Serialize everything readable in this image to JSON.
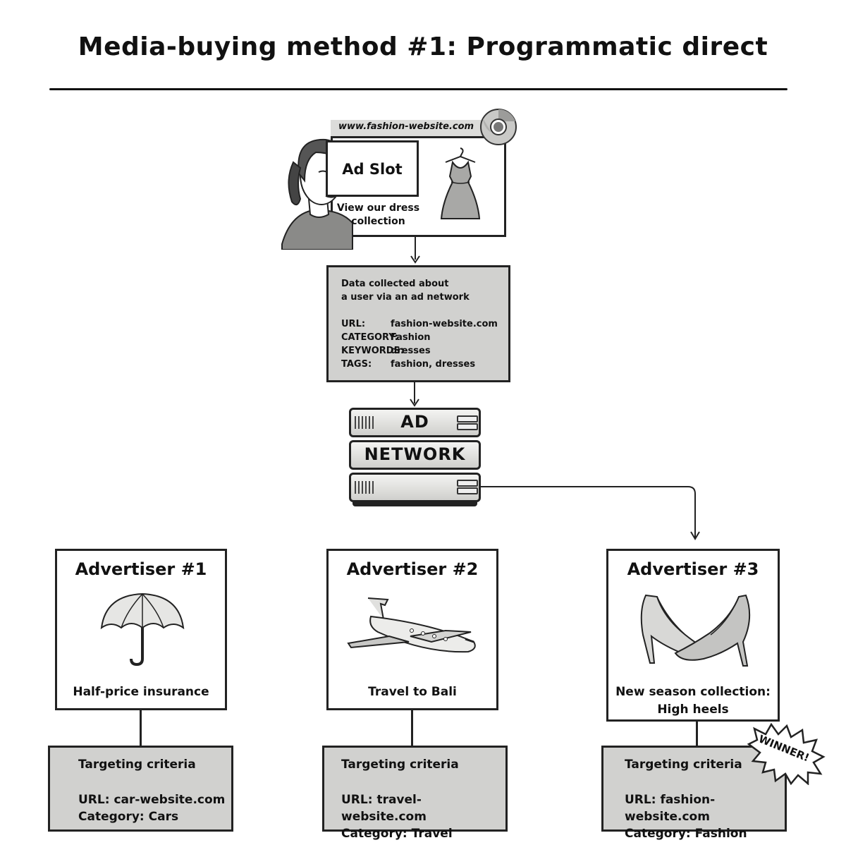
{
  "title": "Media-buying method #1: Programmatic direct",
  "browser": {
    "url": "www.fashion-website.com",
    "ad_slot": "Ad Slot",
    "caption_line1": "View our dress",
    "caption_line2": "collection"
  },
  "data_box": {
    "heading_line1": "Data collected about",
    "heading_line2": "a user via an ad network",
    "rows": [
      {
        "key": "URL:",
        "value": "fashion-website.com"
      },
      {
        "key": "CATEGORY:",
        "value": "Fashion"
      },
      {
        "key": "KEYWORDS:",
        "value": "dresses"
      },
      {
        "key": "TAGS:",
        "value": "fashion, dresses"
      }
    ]
  },
  "ad_network": {
    "line1": "AD",
    "line2": "NETWORK"
  },
  "advertisers": [
    {
      "title": "Advertiser #1",
      "caption": "Half-price insurance",
      "caption2": "",
      "icon": "umbrella-icon"
    },
    {
      "title": "Advertiser #2",
      "caption": "Travel to Bali",
      "caption2": "",
      "icon": "airplane-icon"
    },
    {
      "title": "Advertiser #3",
      "caption": "New season collection:",
      "caption2": "High heels",
      "icon": "high-heels-icon"
    }
  ],
  "criteria": [
    {
      "heading": "Targeting criteria",
      "url": "URL: car-website.com",
      "category": "Category: Cars"
    },
    {
      "heading": "Targeting criteria",
      "url": "URL: travel-website.com",
      "category": "Category: Travel"
    },
    {
      "heading": "Targeting criteria",
      "url": "URL: fashion-website.com",
      "category": "Category: Fashion"
    }
  ],
  "winner_badge": "WINNER!"
}
